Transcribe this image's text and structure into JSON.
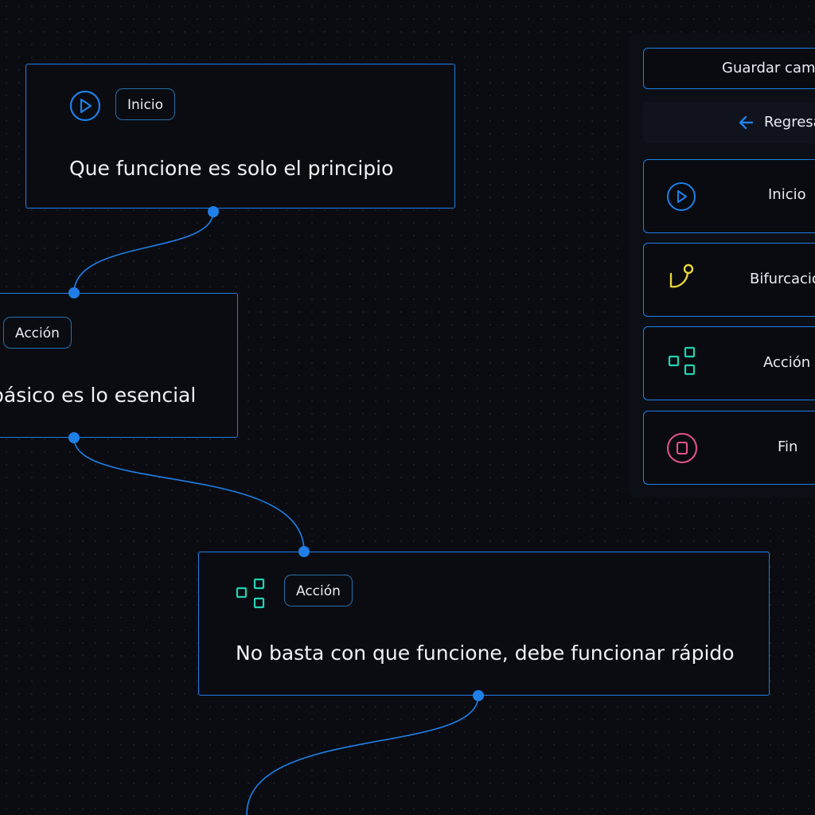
{
  "nodes": [
    {
      "type": "Inicio",
      "text": "Que funcione es solo el principio",
      "icon": "play-circle-icon"
    },
    {
      "type": "Acción",
      "text": "básico es lo esencial",
      "icon": "action-blocks-icon"
    },
    {
      "type": "Acción",
      "text": "No basta con que funcione, debe funcionar rápido",
      "icon": "action-blocks-icon"
    }
  ],
  "panel": {
    "save_label": "Guardar cambios",
    "back_label": "Regresar",
    "items": [
      {
        "label": "Inicio",
        "icon": "play-circle-icon",
        "color": "#1f7fe6"
      },
      {
        "label": "Bifurcación",
        "icon": "branch-icon",
        "color": "#e8d43a"
      },
      {
        "label": "Acción",
        "icon": "action-blocks-icon",
        "color": "#22d3b0"
      },
      {
        "label": "Fin",
        "icon": "stop-circle-icon",
        "color": "#e8558a"
      }
    ]
  },
  "colors": {
    "accent": "#1f7fe6",
    "background": "#0a0c12"
  }
}
